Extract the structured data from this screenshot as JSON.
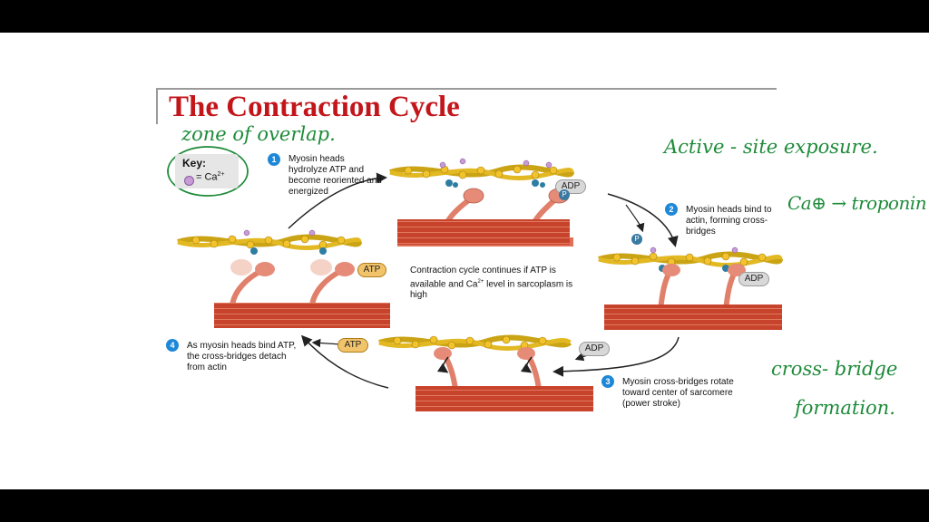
{
  "title": "The Contraction Cycle",
  "key": {
    "label": "Key:",
    "ca_text": "= Ca",
    "ca_sup": "2+"
  },
  "steps": [
    {
      "num": "1",
      "text": "Myosin heads hydrolyze ATP and become reoriented and energized"
    },
    {
      "num": "2",
      "text": "Myosin heads bind to actin, forming cross-bridges"
    },
    {
      "num": "3",
      "text": "Myosin cross-bridges rotate toward center of sarcomere (power stroke)"
    },
    {
      "num": "4",
      "text": "As myosin heads bind ATP, the cross-bridges detach from actin"
    }
  ],
  "center_text": {
    "part1": "Contraction cycle continues if ATP is available and Ca",
    "sup": "2+",
    "part2": " level in sarcoplasm is high"
  },
  "molecules": {
    "adp": "ADP",
    "atp": "ATP",
    "p": "P"
  },
  "annotations": {
    "zone_of_overlap": "zone of overlap.",
    "active_site": "Active - site exposure.",
    "ca_troponin": "Ca⊕ → troponin",
    "cross_bridge_1": "cross- bridge",
    "cross_bridge_2": "formation."
  },
  "colors": {
    "title": "#c2161b",
    "handwriting": "#1e8b3a",
    "step_badge": "#1e88d8",
    "actin": "#e6b21f",
    "muscle": "#c8432c"
  }
}
